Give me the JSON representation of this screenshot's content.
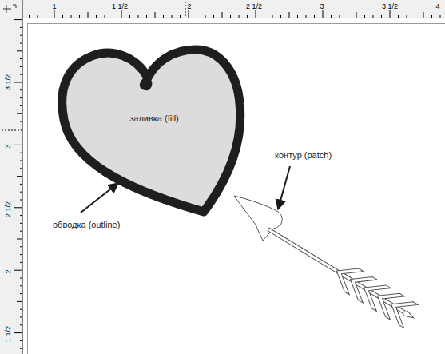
{
  "diagram": {
    "nodes": [
      {
        "text": [
          "заливка (fill)"
        ]
      }
    ],
    "labels": [
      "1",
      "1 1/2",
      "2",
      "2 1/2",
      "3",
      "3 1/2",
      "4",
      "3 1/2",
      "3",
      "2 1/2",
      "2",
      "1 1/2",
      "контур (patch)",
      "обводка (outline)"
    ]
  }
}
